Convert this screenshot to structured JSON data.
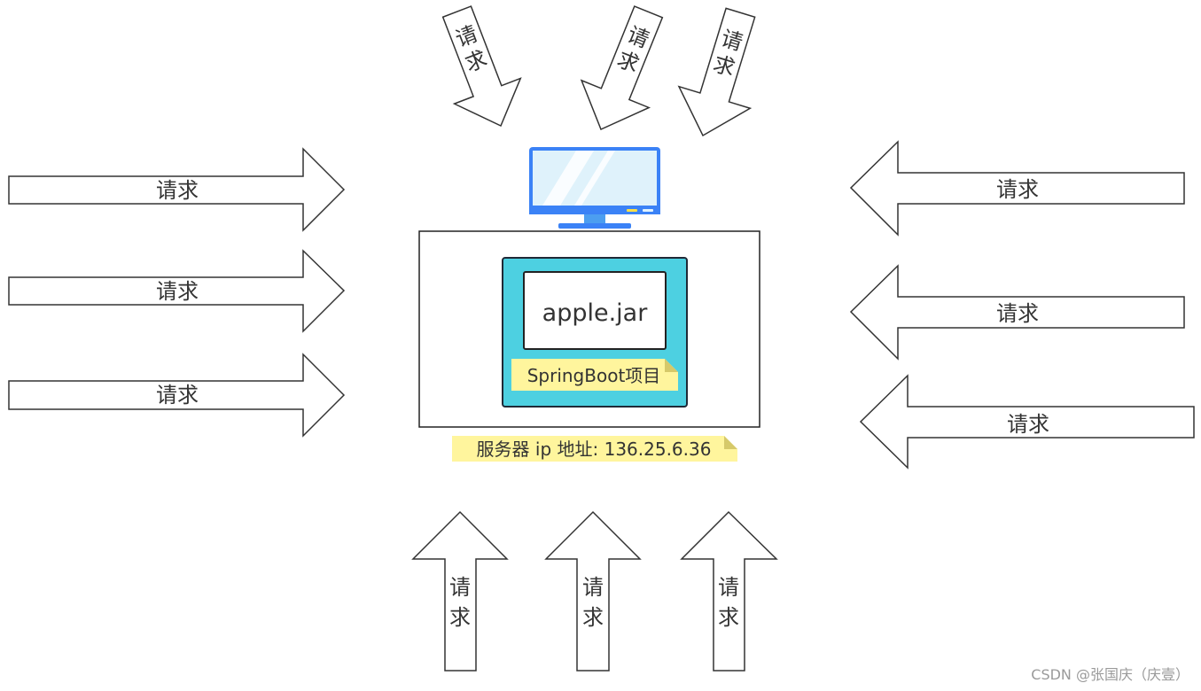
{
  "arrow_label": "请求",
  "server": {
    "jar_label": "apple.jar",
    "project_label": "SpringBoot项目",
    "address_label": "服务器 ip 地址: 136.25.6.36"
  },
  "watermark": "CSDN @张国庆（庆壹）",
  "colors": {
    "project_fill": "#4dd0e1",
    "note_fill": "#fff59d",
    "monitor_frame": "#3b82f6",
    "stroke": "#333333"
  },
  "icons": {
    "monitor": "monitor-icon"
  }
}
